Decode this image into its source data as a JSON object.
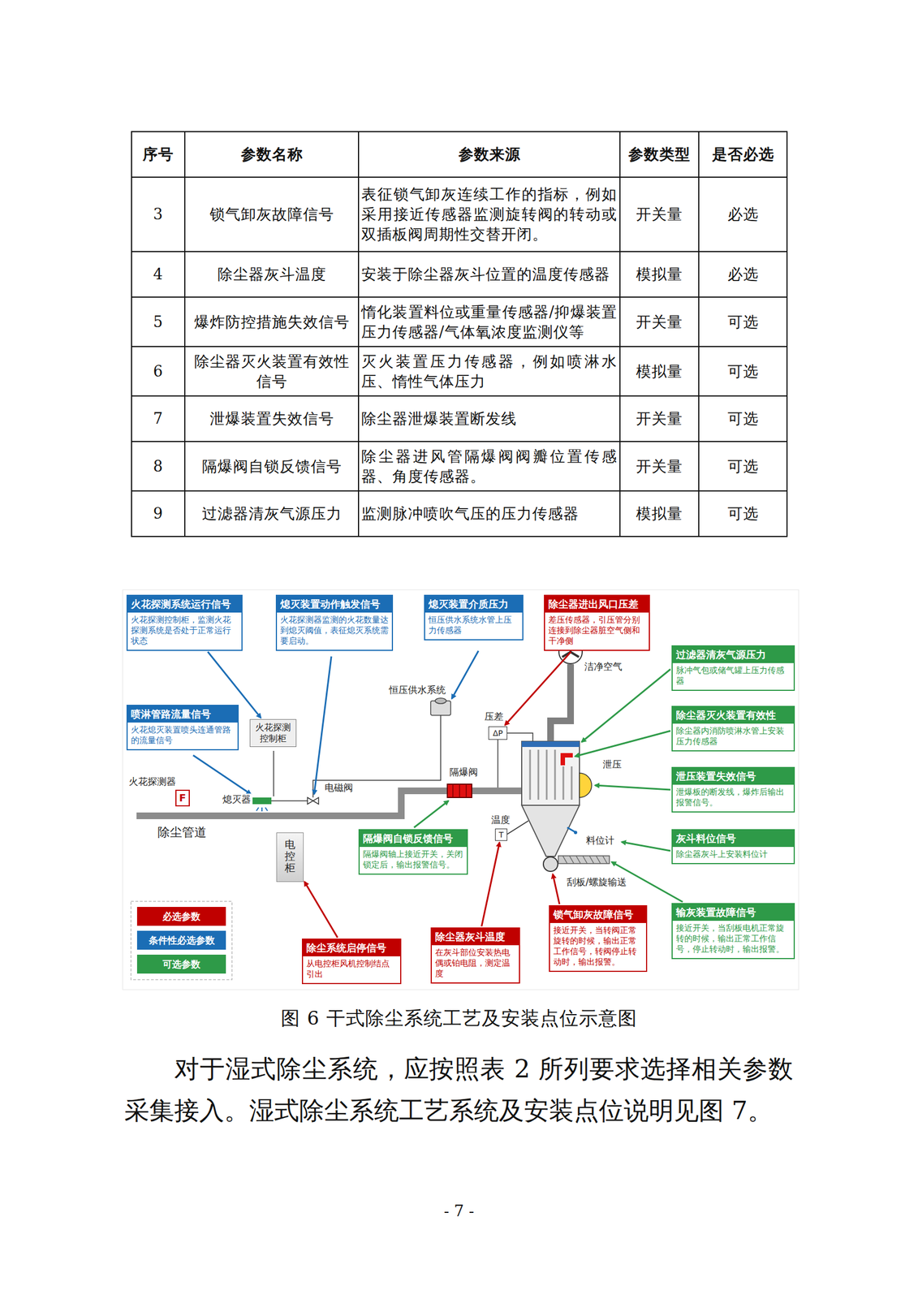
{
  "diagram": {
    "caption": "图 6 干式除尘系统工艺及安装点位示意图",
    "nodes": [
      {
        "text": [
          "火花探测系统运行信号",
          "火花探测控制柜，监测火花探测系统是否处于正常运行状态"
        ]
      },
      {
        "text": [
          "熄灭装置动作触发信号",
          "火花探测器监测的火花数量达到熄灭阈值，表征熄灭系统需要启动。"
        ]
      },
      {
        "text": [
          "熄灭装置介质压力",
          "恒压供水系统水管上压力传感器"
        ]
      },
      {
        "text": [
          "除尘器进出风口压差",
          "差压传感器，引压管分别连接到除尘器脏空气侧和干净侧"
        ]
      },
      {
        "text": [
          "过滤器清灰气源压力",
          "脉冲气包或储气罐上压力传感器"
        ]
      },
      {
        "text": [
          "喷淋管路流量信号",
          "火花熄灭装置喷头连通管路的流量信号"
        ]
      },
      {
        "text": [
          "火花探测控制柜"
        ]
      },
      {
        "text": [
          "除尘器灭火装置有效性",
          "除尘器内消防喷淋水管上安装压力传感器"
        ]
      },
      {
        "text": [
          "ΔP"
        ]
      },
      {
        "text": [
          "泄压装置失效信号",
          "泄爆板的断发线，爆炸后输出报警信号。"
        ]
      },
      {
        "text": [
          "F"
        ]
      },
      {
        "text": [
          "隔爆阀自锁反馈信号",
          "隔爆阀轴上接近开关，关闭锁定后，输出报警信号。"
        ]
      },
      {
        "text": [
          "T"
        ]
      },
      {
        "text": [
          "灰斗料位信号",
          "除尘器灰斗上安装料位计"
        ]
      },
      {
        "text": [
          "电控柜"
        ]
      },
      {
        "text": [
          "锁气卸灰故障信号",
          "接近开关，当转阀正常旋转的时候，输出正常工作信号，转阀停止转动时，输出报警。"
        ]
      },
      {
        "text": [
          "输灰装置故障信号",
          "接近开关，当刮板电机正常旋转的时候，输出正常工作信号，停止转动时，输出报警。"
        ]
      },
      {
        "text": [
          "除尘器灰斗温度",
          "在灰斗部位安装热电偶或铂电阻，测定温度"
        ]
      },
      {
        "text": [
          "除尘系统启停信号",
          "从电控柜风机控制结点引出"
        ]
      }
    ],
    "edges": [
      {
        "from": 0,
        "to": 6,
        "arrow": "to"
      },
      {
        "from": 3,
        "to": 8,
        "arrow": "to"
      },
      {
        "from": 17,
        "to": 12,
        "arrow": "to"
      },
      {
        "from": 18,
        "to": 14,
        "arrow": "to"
      }
    ],
    "labels": [
      "序号",
      "参数名称",
      "参数来源",
      "参数类型",
      "是否必选",
      "3",
      "锁气卸灰故障信号",
      "表征锁气卸灰连续工作的指标，例如采用接近传感器监测旋转阀的转动或双插板阀周期性交替开闭。",
      "开关量",
      "必选",
      "4",
      "除尘器灰斗温度",
      "安装于除尘器灰斗位置的温度传感器",
      "模拟量",
      "必选",
      "5",
      "爆炸防控措施失效信号",
      "惰化装置料位或重量传感器/抑爆装置压力传感器/气体氧浓度监测仪等",
      "开关量",
      "可选",
      "6",
      "除尘器灭火装置有效性信号",
      "灭火装置压力传感器，例如喷淋水压、惰性气体压力",
      "模拟量",
      "可选",
      "7",
      "泄爆装置失效信号",
      "除尘器泄爆装置断发线",
      "开关量",
      "可选",
      "8",
      "隔爆阀自锁反馈信号",
      "除尘器进风管隔爆阀阀瓣位置传感器、角度传感器。",
      "开关量",
      "可选",
      "9",
      "过滤器清灰气源压力",
      "监测脉冲喷吹气压的压力传感器",
      "模拟量",
      "可选",
      "恒压供水系统",
      "洁净空气",
      "压差",
      "泄压",
      "火花探测器",
      "熄灭器",
      "电磁阀",
      "隔爆阀",
      "除尘管道",
      "温度",
      "料位计",
      "刮板/螺旋输送",
      "对于湿式除尘系统，应按照表 2 所列要求选择相关参数采集接入。湿式除尘系统工艺系统及安装点位说明见图 7。",
      "- 7 -"
    ],
    "legend": [
      {
        "text": "必选参数",
        "color": "#c00000"
      },
      {
        "text": "条件性必选参数",
        "color": "#1b6db5"
      },
      {
        "text": "可选参数",
        "color": "#2e9a48"
      }
    ]
  }
}
